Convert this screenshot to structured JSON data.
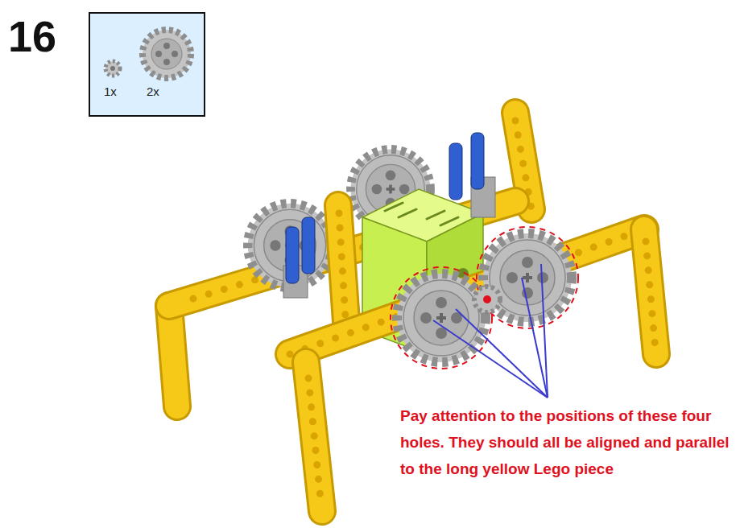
{
  "diagram": {
    "nodes": [
      {
        "text": [
          "1x",
          "2x"
        ]
      }
    ],
    "labels": [
      "16",
      "Pay attention to the positions of these four holes. They should all be aligned and parallel to the long yellow Lego piece"
    ]
  }
}
